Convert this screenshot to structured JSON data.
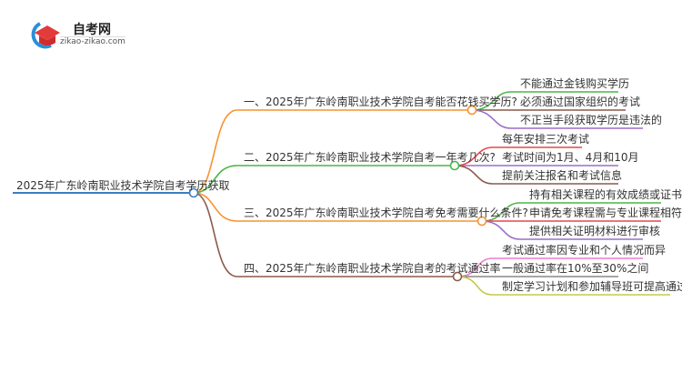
{
  "logo": {
    "title": "自考网",
    "url": "zikao-zikao.com"
  },
  "root": {
    "label": "2025年广东岭南职业技术学院自考学历获取",
    "color": "#3a7fc1"
  },
  "branches": [
    {
      "label": "一、2025年广东岭南职业技术学院自考能否花钱买学历?",
      "color": "#f7932f",
      "leaves": [
        {
          "label": "不能通过金钱购买学历",
          "color": "#4cb648"
        },
        {
          "label": "必须通过国家组织的考试",
          "color": "#8c5a4a"
        },
        {
          "label": "不正当手段获取学历是违法的",
          "color": "#9a6fc7"
        }
      ]
    },
    {
      "label": "二、2025年广东岭南职业技术学院自考一年考几次?",
      "color": "#4cb648",
      "leaves": [
        {
          "label": "每年安排三次考试",
          "color": "#e8464a"
        },
        {
          "label": "考试时间为1月、4月和10月",
          "color": "#9a6fc7"
        },
        {
          "label": "提前关注报名和考试信息",
          "color": "#8c5a4a"
        }
      ]
    },
    {
      "label": "三、2025年广东岭南职业技术学院自考免考需要什么条件?",
      "color": "#f7932f",
      "leaves": [
        {
          "label": "持有相关课程的有效成绩或证书",
          "color": "#4cb648"
        },
        {
          "label": "申请免考课程需与专业课程相符",
          "color": "#e8464a"
        },
        {
          "label": "提供相关证明材料进行审核",
          "color": "#9a6fc7"
        }
      ]
    },
    {
      "label": "四、2025年广东岭南职业技术学院自考的考试通过率",
      "color": "#8c5a4a",
      "leaves": [
        {
          "label": "考试通过率因专业和个人情况而异",
          "color": "#ea7fcf"
        },
        {
          "label": "一般通过率在10%至30%之间",
          "color": "#888888"
        },
        {
          "label": "制定学习计划和参加辅导班可提高通过率",
          "color": "#c5c94a"
        }
      ]
    }
  ]
}
